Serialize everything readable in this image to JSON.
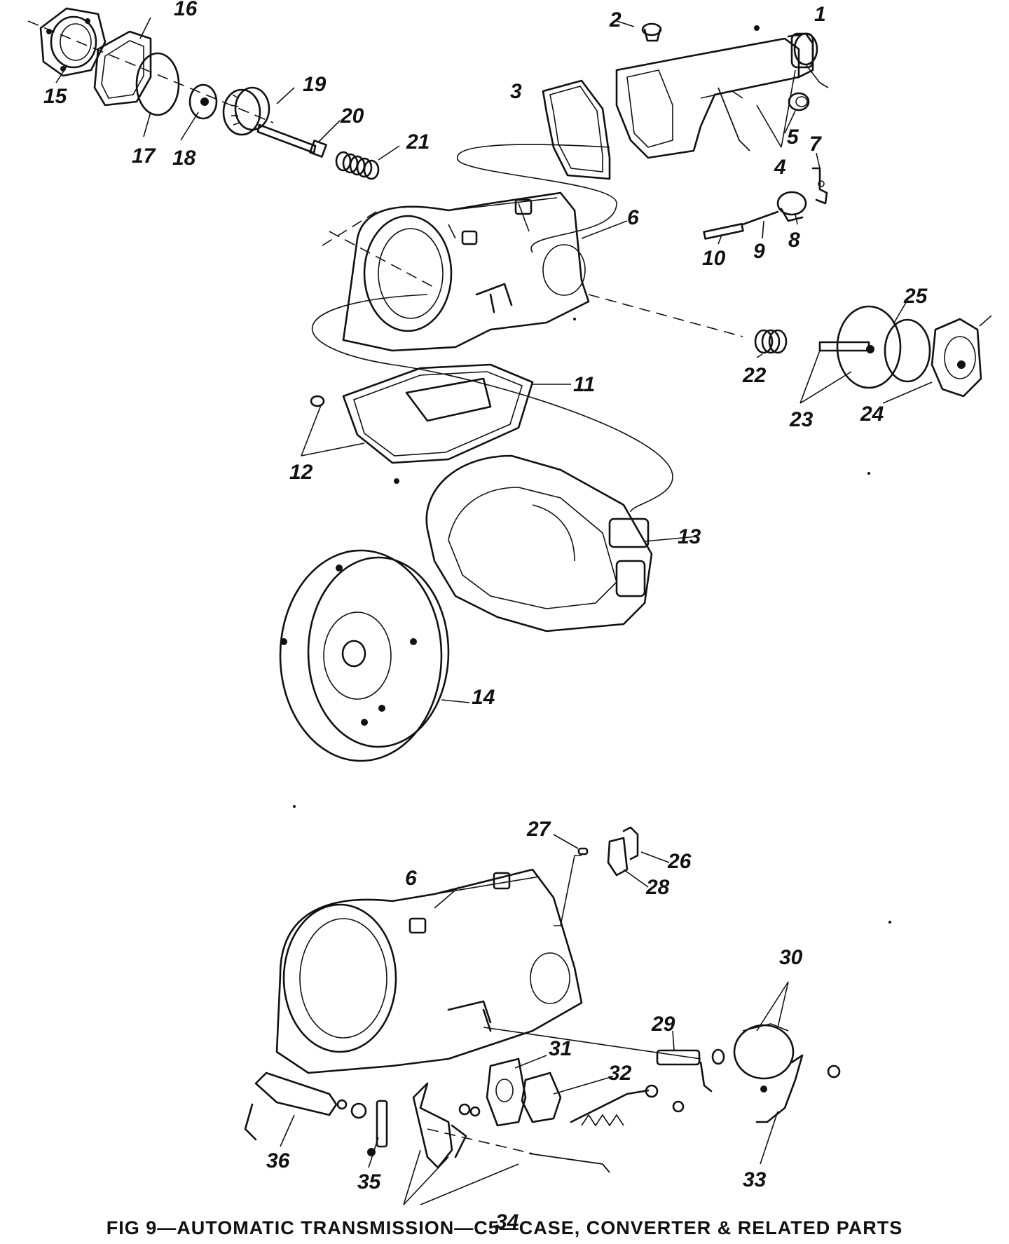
{
  "figure": {
    "caption": "FIG 9—AUTOMATIC TRANSMISSION—C5—CASE, CONVERTER & RELATED PARTS"
  },
  "callouts": [
    {
      "id": "c1",
      "text": "1"
    },
    {
      "id": "c2",
      "text": "2"
    },
    {
      "id": "c3",
      "text": "3"
    },
    {
      "id": "c4",
      "text": "4"
    },
    {
      "id": "c5",
      "text": "5"
    },
    {
      "id": "c6",
      "text": "6"
    },
    {
      "id": "c7",
      "text": "7"
    },
    {
      "id": "c8",
      "text": "8"
    },
    {
      "id": "c9",
      "text": "9"
    },
    {
      "id": "c10",
      "text": "10"
    },
    {
      "id": "c11",
      "text": "11"
    },
    {
      "id": "c12",
      "text": "12"
    },
    {
      "id": "c13",
      "text": "13"
    },
    {
      "id": "c14",
      "text": "14"
    },
    {
      "id": "c15",
      "text": "15"
    },
    {
      "id": "c16",
      "text": "16"
    },
    {
      "id": "c17",
      "text": "17"
    },
    {
      "id": "c18",
      "text": "18"
    },
    {
      "id": "c19",
      "text": "19"
    },
    {
      "id": "c20",
      "text": "20"
    },
    {
      "id": "c21",
      "text": "21"
    },
    {
      "id": "c22",
      "text": "22"
    },
    {
      "id": "c23",
      "text": "23"
    },
    {
      "id": "c24",
      "text": "24"
    },
    {
      "id": "c25",
      "text": "25"
    },
    {
      "id": "c6b",
      "text": "6"
    },
    {
      "id": "c26",
      "text": "26"
    },
    {
      "id": "c27",
      "text": "27"
    },
    {
      "id": "c28",
      "text": "28"
    },
    {
      "id": "c29",
      "text": "29"
    },
    {
      "id": "c30",
      "text": "30"
    },
    {
      "id": "c31",
      "text": "31"
    },
    {
      "id": "c32",
      "text": "32"
    },
    {
      "id": "c33",
      "text": "33"
    },
    {
      "id": "c34",
      "text": "34"
    },
    {
      "id": "c35",
      "text": "35"
    },
    {
      "id": "c36",
      "text": "36"
    }
  ]
}
